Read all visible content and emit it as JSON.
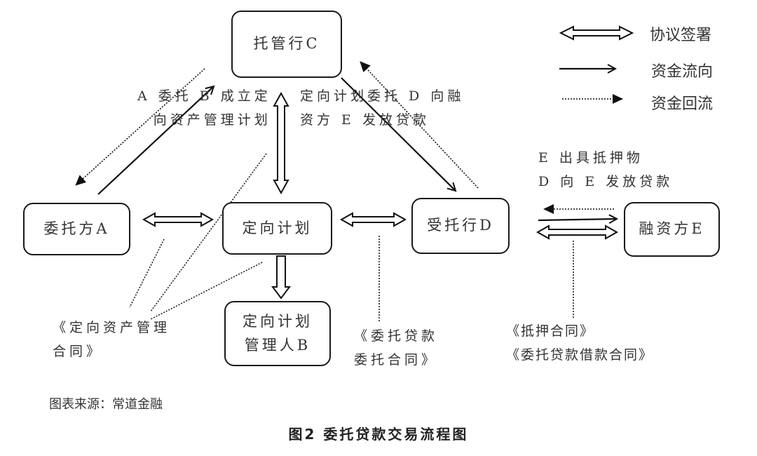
{
  "nodes": {
    "custodian_c": "托管行C",
    "principal_a": "委托方A",
    "directed_plan": "定向计划",
    "trustee_bank_d": "受托行D",
    "borrower_e": "融资方E",
    "plan_manager_b": "定向计划\n管理人B"
  },
  "labels": {
    "a_entrusts_b": "A 委托 B 成立定\n向资产管理计划",
    "plan_entrusts_d": "定向计划委托 D 向融\n资方 E 发放贷款",
    "e_collateral": "E 出具抵押物\nD 向 E 发放贷款",
    "asset_mgmt_contract": "《定向资产管理\n合同》",
    "entrusted_loan_contract": "《委托贷款\n委托合同》",
    "mortgage_loan_contracts": "《抵押合同》\n《委托贷款借款合同》"
  },
  "legend": [
    {
      "type": "double-hollow-arrow",
      "label": "协议签署"
    },
    {
      "type": "solid-arrow",
      "label": "资金流向"
    },
    {
      "type": "dotted-arrow",
      "label": "资金回流"
    }
  ],
  "source": "图表来源：常道金融",
  "caption": "图2  委托贷款交易流程图"
}
